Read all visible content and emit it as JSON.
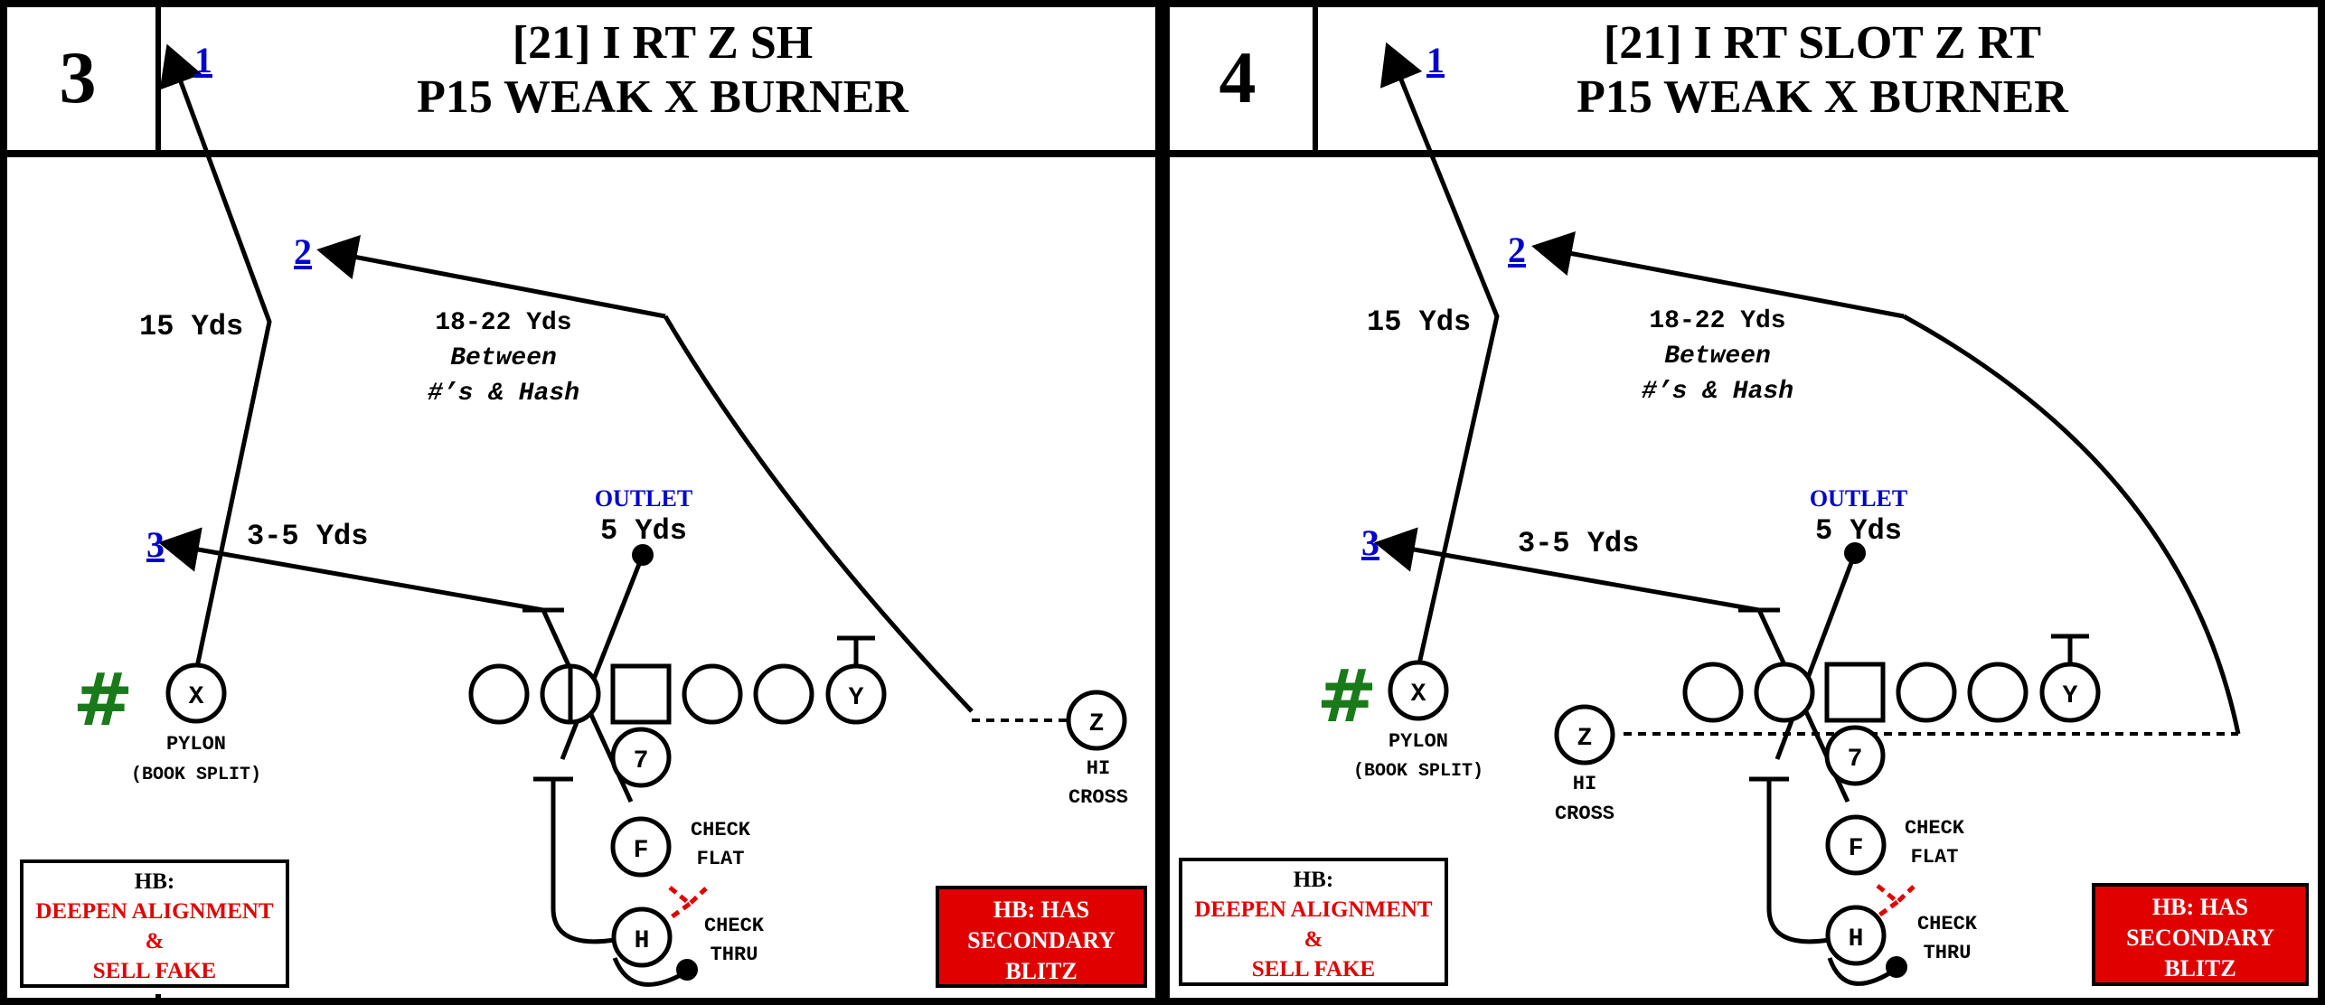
{
  "panels": [
    {
      "number": "3",
      "title_line1": "[21] I RT Z SH",
      "title_line2": "P15 WEAK X BURNER",
      "route_numbers": [
        "1",
        "2",
        "3"
      ],
      "route_depths": {
        "deep": "15 Yds",
        "post_depth": "18-22 Yds",
        "post_note_1": "Between",
        "post_note_2": "#’s & Hash",
        "out": "3-5 Yds",
        "outlet_label": "OUTLET",
        "outlet_depth": "5 Yds"
      },
      "players": {
        "x": "X",
        "y": "Y",
        "z": "Z",
        "qb": "7",
        "f": "F",
        "h": "H"
      },
      "split_symbol": "#",
      "x_note_1": "PYLON",
      "x_note_2": "(BOOK SPLIT)",
      "z_note_1": "HI",
      "z_note_2": "CROSS",
      "f_note_1": "CHECK",
      "f_note_2": "FLAT",
      "h_note_1": "CHECK",
      "h_note_2": "THRU",
      "hb_note": {
        "head": "HB:",
        "line1": "DEEPEN ALIGNMENT",
        "line2": "&",
        "line3": "SELL FAKE"
      },
      "blitz_note": {
        "line1": "HB: HAS",
        "line2": "SECONDARY",
        "line3": "BLITZ"
      }
    },
    {
      "number": "4",
      "title_line1": "[21] I RT SLOT Z RT",
      "title_line2": "P15 WEAK X BURNER",
      "route_numbers": [
        "1",
        "2",
        "3"
      ],
      "route_depths": {
        "deep": "15 Yds",
        "post_depth": "18-22 Yds",
        "post_note_1": "Between",
        "post_note_2": "#’s & Hash",
        "out": "3-5 Yds",
        "outlet_label": "OUTLET",
        "outlet_depth": "5 Yds"
      },
      "players": {
        "x": "X",
        "y": "Y",
        "z": "Z",
        "qb": "7",
        "f": "F",
        "h": "H"
      },
      "split_symbol": "#",
      "x_note_1": "PYLON",
      "x_note_2": "(BOOK SPLIT)",
      "z_note_1": "HI",
      "z_note_2": "CROSS",
      "f_note_1": "CHECK",
      "f_note_2": "FLAT",
      "h_note_1": "CHECK",
      "h_note_2": "THRU",
      "hb_note": {
        "head": "HB:",
        "line1": "DEEPEN ALIGNMENT",
        "line2": "&",
        "line3": "SELL FAKE"
      },
      "blitz_note": {
        "line1": "HB: HAS",
        "line2": "SECONDARY",
        "line3": "BLITZ"
      }
    }
  ],
  "colors": {
    "route_number": "#0000cc",
    "outlet": "#0000cc",
    "split_symbol": "#1a7a1a",
    "warning": "#e00000",
    "check_line": "#e00000",
    "ink": "#000000"
  }
}
